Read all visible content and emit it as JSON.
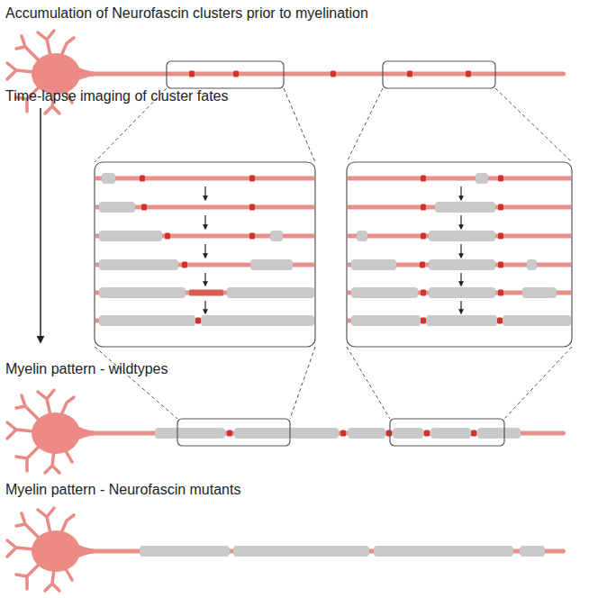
{
  "diagram": {
    "labels": [
      "Accumulation of Neurofascin clusters prior to myelination",
      "Time-lapse imaging of cluster fates",
      "Myelin pattern - wildtypes",
      "Myelin pattern - Neurofascin mutants"
    ]
  }
}
